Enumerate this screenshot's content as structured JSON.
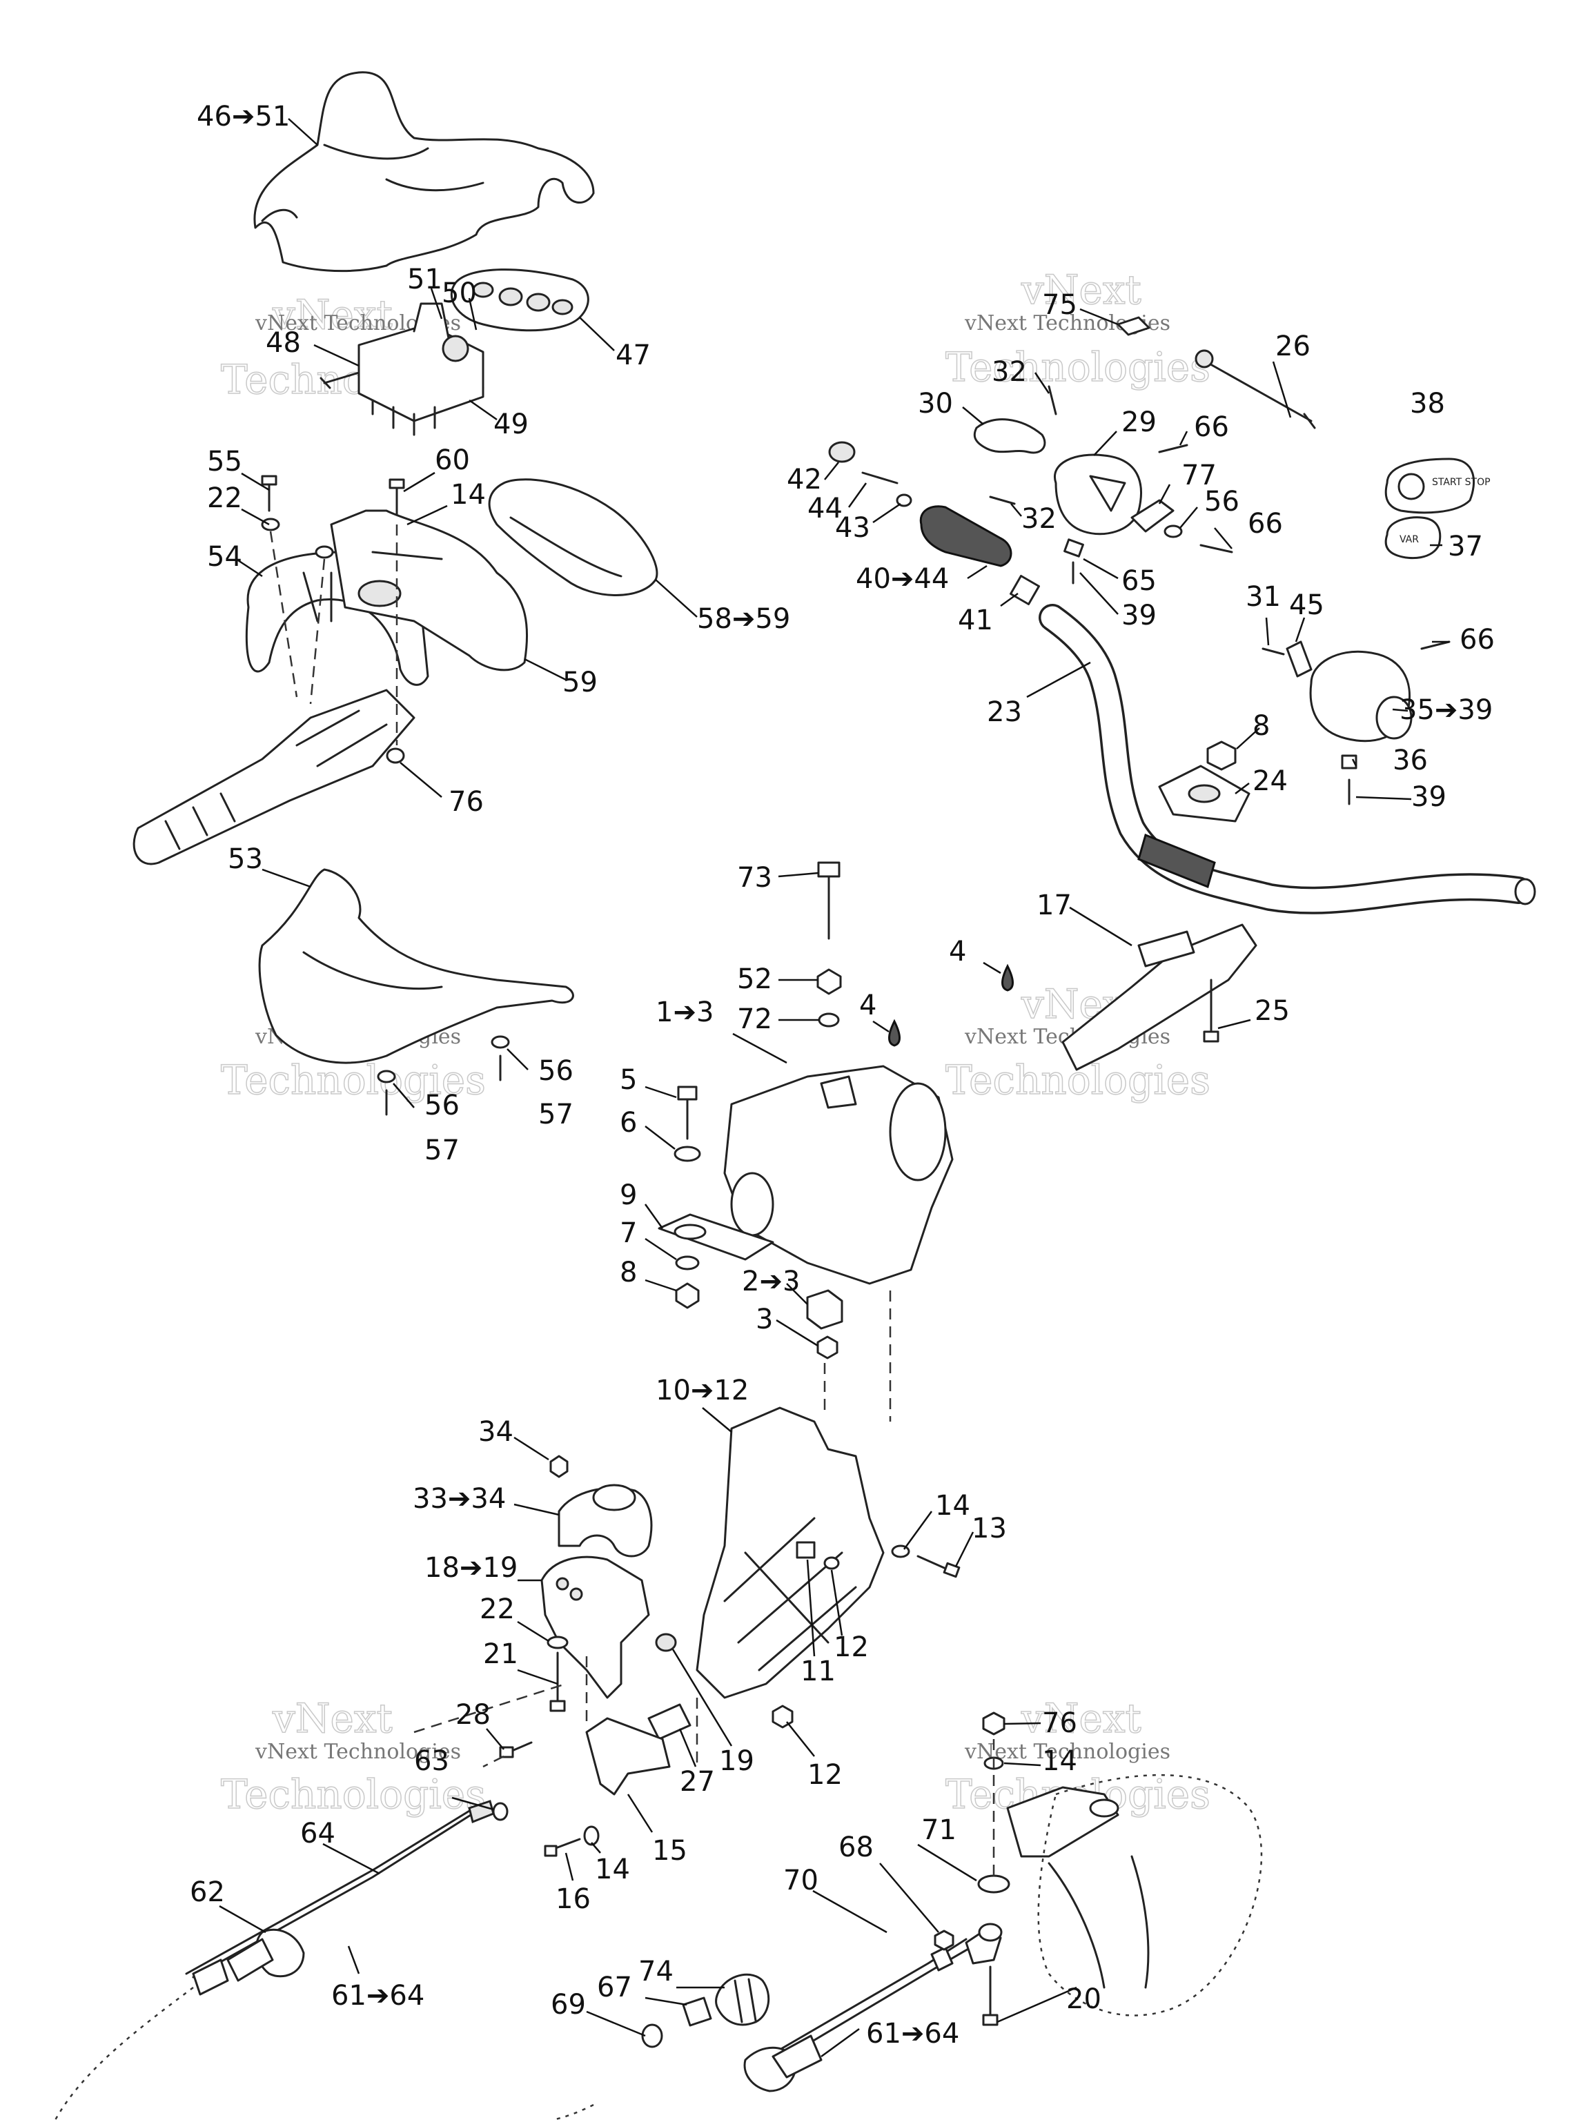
{
  "callouts": [
    {
      "id": "c-46-51",
      "text": "46➔51"
    },
    {
      "id": "c-51",
      "text": "51"
    },
    {
      "id": "c-50",
      "text": "50"
    },
    {
      "id": "c-48",
      "text": "48"
    },
    {
      "id": "c-47",
      "text": "47"
    },
    {
      "id": "c-49",
      "text": "49"
    },
    {
      "id": "c-55",
      "text": "55"
    },
    {
      "id": "c-60",
      "text": "60"
    },
    {
      "id": "c-22a",
      "text": "22"
    },
    {
      "id": "c-14a",
      "text": "14"
    },
    {
      "id": "c-54",
      "text": "54"
    },
    {
      "id": "c-58-59",
      "text": "58➔59"
    },
    {
      "id": "c-59",
      "text": "59"
    },
    {
      "id": "c-76a",
      "text": "76"
    },
    {
      "id": "c-53",
      "text": "53"
    },
    {
      "id": "c-56a",
      "text": "56"
    },
    {
      "id": "c-56b",
      "text": "56"
    },
    {
      "id": "c-57a",
      "text": "57"
    },
    {
      "id": "c-57b",
      "text": "57"
    },
    {
      "id": "c-75",
      "text": "75"
    },
    {
      "id": "c-26",
      "text": "26"
    },
    {
      "id": "c-32a",
      "text": "32"
    },
    {
      "id": "c-30",
      "text": "30"
    },
    {
      "id": "c-29",
      "text": "29"
    },
    {
      "id": "c-66a",
      "text": "66"
    },
    {
      "id": "c-38",
      "text": "38"
    },
    {
      "id": "c-42",
      "text": "42"
    },
    {
      "id": "c-44",
      "text": "44"
    },
    {
      "id": "c-43",
      "text": "43"
    },
    {
      "id": "c-32b",
      "text": "32"
    },
    {
      "id": "c-77",
      "text": "77"
    },
    {
      "id": "c-56c",
      "text": "56"
    },
    {
      "id": "c-66b",
      "text": "66"
    },
    {
      "id": "c-37",
      "text": "37"
    },
    {
      "id": "c-40-44",
      "text": "40➔44"
    },
    {
      "id": "c-65",
      "text": "65"
    },
    {
      "id": "c-39a",
      "text": "39"
    },
    {
      "id": "c-41",
      "text": "41"
    },
    {
      "id": "c-31",
      "text": "31"
    },
    {
      "id": "c-45",
      "text": "45"
    },
    {
      "id": "c-66c",
      "text": "66"
    },
    {
      "id": "c-23",
      "text": "23"
    },
    {
      "id": "c-35-39",
      "text": "35➔39"
    },
    {
      "id": "c-8a",
      "text": "8"
    },
    {
      "id": "c-36",
      "text": "36"
    },
    {
      "id": "c-24",
      "text": "24"
    },
    {
      "id": "c-39b",
      "text": "39"
    },
    {
      "id": "c-73",
      "text": "73"
    },
    {
      "id": "c-17",
      "text": "17"
    },
    {
      "id": "c-4a",
      "text": "4"
    },
    {
      "id": "c-52",
      "text": "52"
    },
    {
      "id": "c-72",
      "text": "72"
    },
    {
      "id": "c-1-3",
      "text": "1➔3"
    },
    {
      "id": "c-4b",
      "text": "4"
    },
    {
      "id": "c-25",
      "text": "25"
    },
    {
      "id": "c-5",
      "text": "5"
    },
    {
      "id": "c-6",
      "text": "6"
    },
    {
      "id": "c-9",
      "text": "9"
    },
    {
      "id": "c-7",
      "text": "7"
    },
    {
      "id": "c-8b",
      "text": "8"
    },
    {
      "id": "c-2-3",
      "text": "2➔3"
    },
    {
      "id": "c-3",
      "text": "3"
    },
    {
      "id": "c-10-12",
      "text": "10➔12"
    },
    {
      "id": "c-34",
      "text": "34"
    },
    {
      "id": "c-33-34",
      "text": "33➔34"
    },
    {
      "id": "c-14b",
      "text": "14"
    },
    {
      "id": "c-13",
      "text": "13"
    },
    {
      "id": "c-18-19",
      "text": "18➔19"
    },
    {
      "id": "c-22b",
      "text": "22"
    },
    {
      "id": "c-12a",
      "text": "12"
    },
    {
      "id": "c-11",
      "text": "11"
    },
    {
      "id": "c-21",
      "text": "21"
    },
    {
      "id": "c-28",
      "text": "28"
    },
    {
      "id": "c-19",
      "text": "19"
    },
    {
      "id": "c-27",
      "text": "27"
    },
    {
      "id": "c-12b",
      "text": "12"
    },
    {
      "id": "c-76b",
      "text": "76"
    },
    {
      "id": "c-63",
      "text": "63"
    },
    {
      "id": "c-14c",
      "text": "14"
    },
    {
      "id": "c-15",
      "text": "15"
    },
    {
      "id": "c-64",
      "text": "64"
    },
    {
      "id": "c-16",
      "text": "16"
    },
    {
      "id": "c-14d",
      "text": "14"
    },
    {
      "id": "c-71",
      "text": "71"
    },
    {
      "id": "c-68",
      "text": "68"
    },
    {
      "id": "c-62",
      "text": "62"
    },
    {
      "id": "c-70",
      "text": "70"
    },
    {
      "id": "c-61-64a",
      "text": "61➔64"
    },
    {
      "id": "c-74",
      "text": "74"
    },
    {
      "id": "c-20",
      "text": "20"
    },
    {
      "id": "c-67",
      "text": "67"
    },
    {
      "id": "c-69",
      "text": "69"
    },
    {
      "id": "c-61-64b",
      "text": "61➔64"
    }
  ],
  "watermarks": {
    "company": "vNext",
    "company_line": "vNext Technologies",
    "product": "Technologies"
  },
  "button_labels": {
    "start_stop": "START STOP",
    "var": "VAR"
  }
}
